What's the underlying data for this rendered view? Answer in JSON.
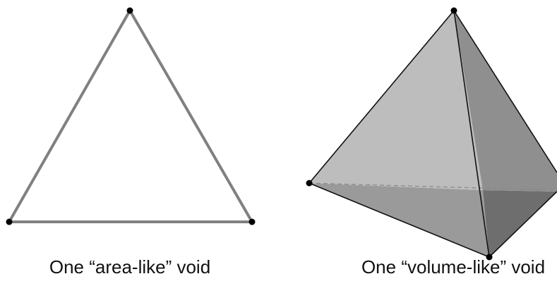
{
  "figures": [
    {
      "caption": "One “area-like” void",
      "shape": "triangle",
      "vertex_count": 3
    },
    {
      "caption": "One “volume-like” void",
      "shape": "tetrahedron",
      "vertex_count": 4
    }
  ],
  "colors": {
    "background": "#ffffff",
    "triangle_edge": "#808080",
    "vertex": "#000000",
    "face_front_left": "#bdbdbd",
    "face_front_right": "#8f8f8f",
    "face_bottom": "#9a9a9a",
    "face_bottom_right": "#6e6e6e",
    "edge": "#111111",
    "hidden_edge": "#888888"
  }
}
